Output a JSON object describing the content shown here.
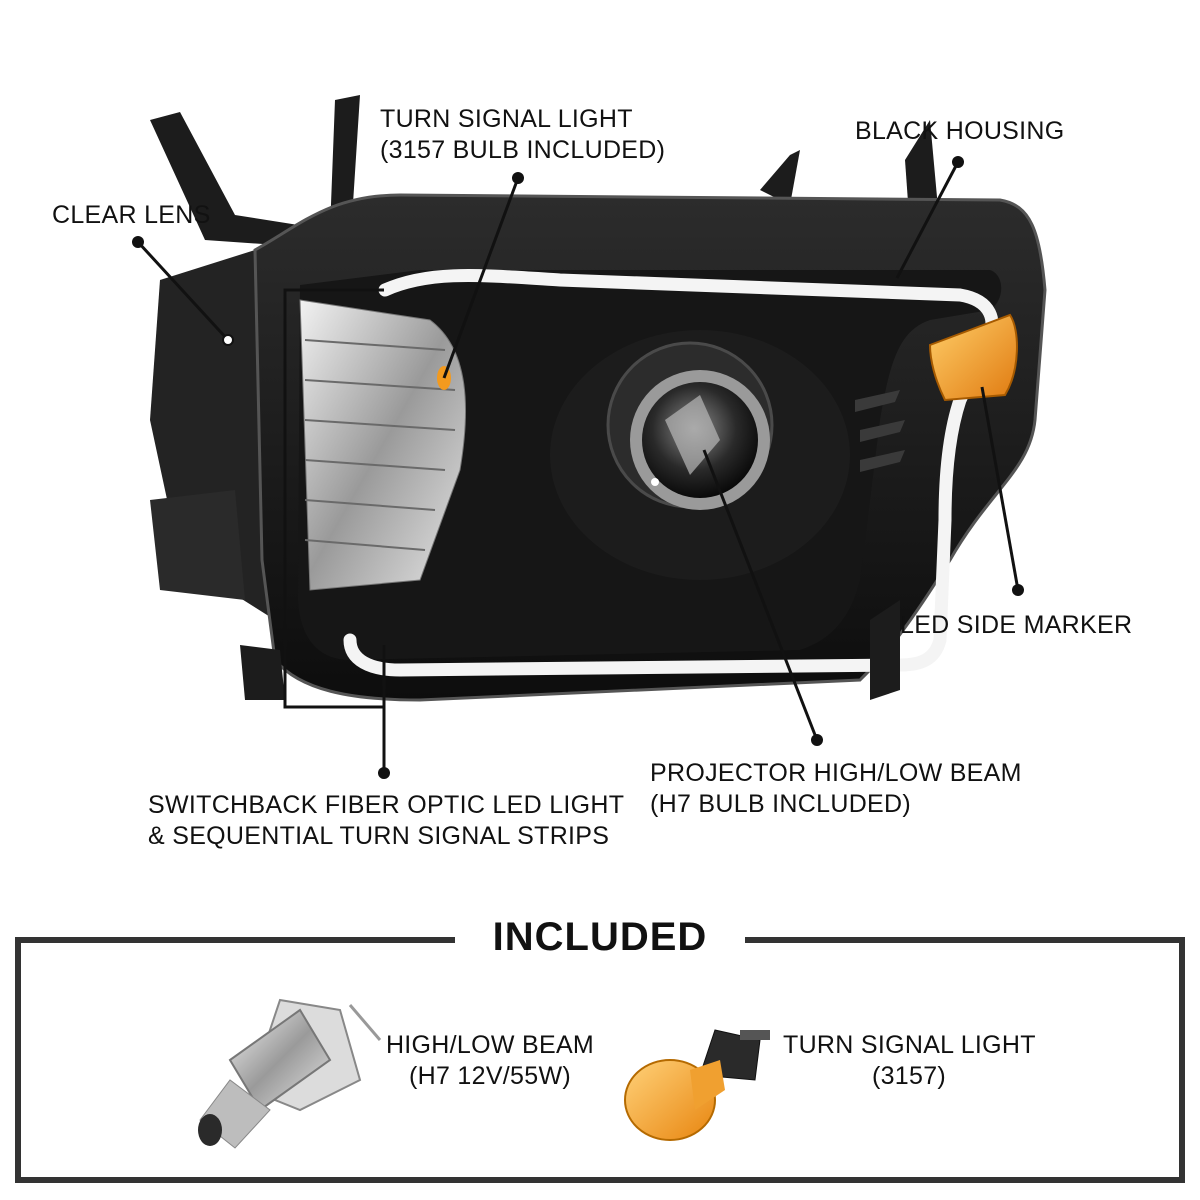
{
  "callouts": {
    "clear_lens": "CLEAR LENS",
    "turn_signal": [
      "TURN SIGNAL LIGHT",
      "(3157 BULB INCLUDED)"
    ],
    "black_housing": "BLACK HOUSING",
    "led_side_marker": "LED SIDE MARKER",
    "projector": [
      "PROJECTOR HIGH/LOW BEAM",
      "(H7 BULB INCLUDED)"
    ],
    "fiber_optic": [
      "SWITCHBACK FIBER OPTIC LED LIGHT",
      "& SEQUENTIAL TURN SIGNAL STRIPS"
    ]
  },
  "included": {
    "title": "INCLUDED",
    "items": [
      {
        "label": [
          "HIGH/LOW BEAM",
          "(H7 12V/55W)"
        ],
        "icon": "h7-bulb-icon"
      },
      {
        "label": [
          "TURN SIGNAL LIGHT",
          "(3157)"
        ],
        "icon": "3157-amber-bulb-icon"
      }
    ]
  },
  "colors": {
    "housing": "#1a1a1a",
    "amber": "#f39a1e",
    "frame": "#333333"
  }
}
